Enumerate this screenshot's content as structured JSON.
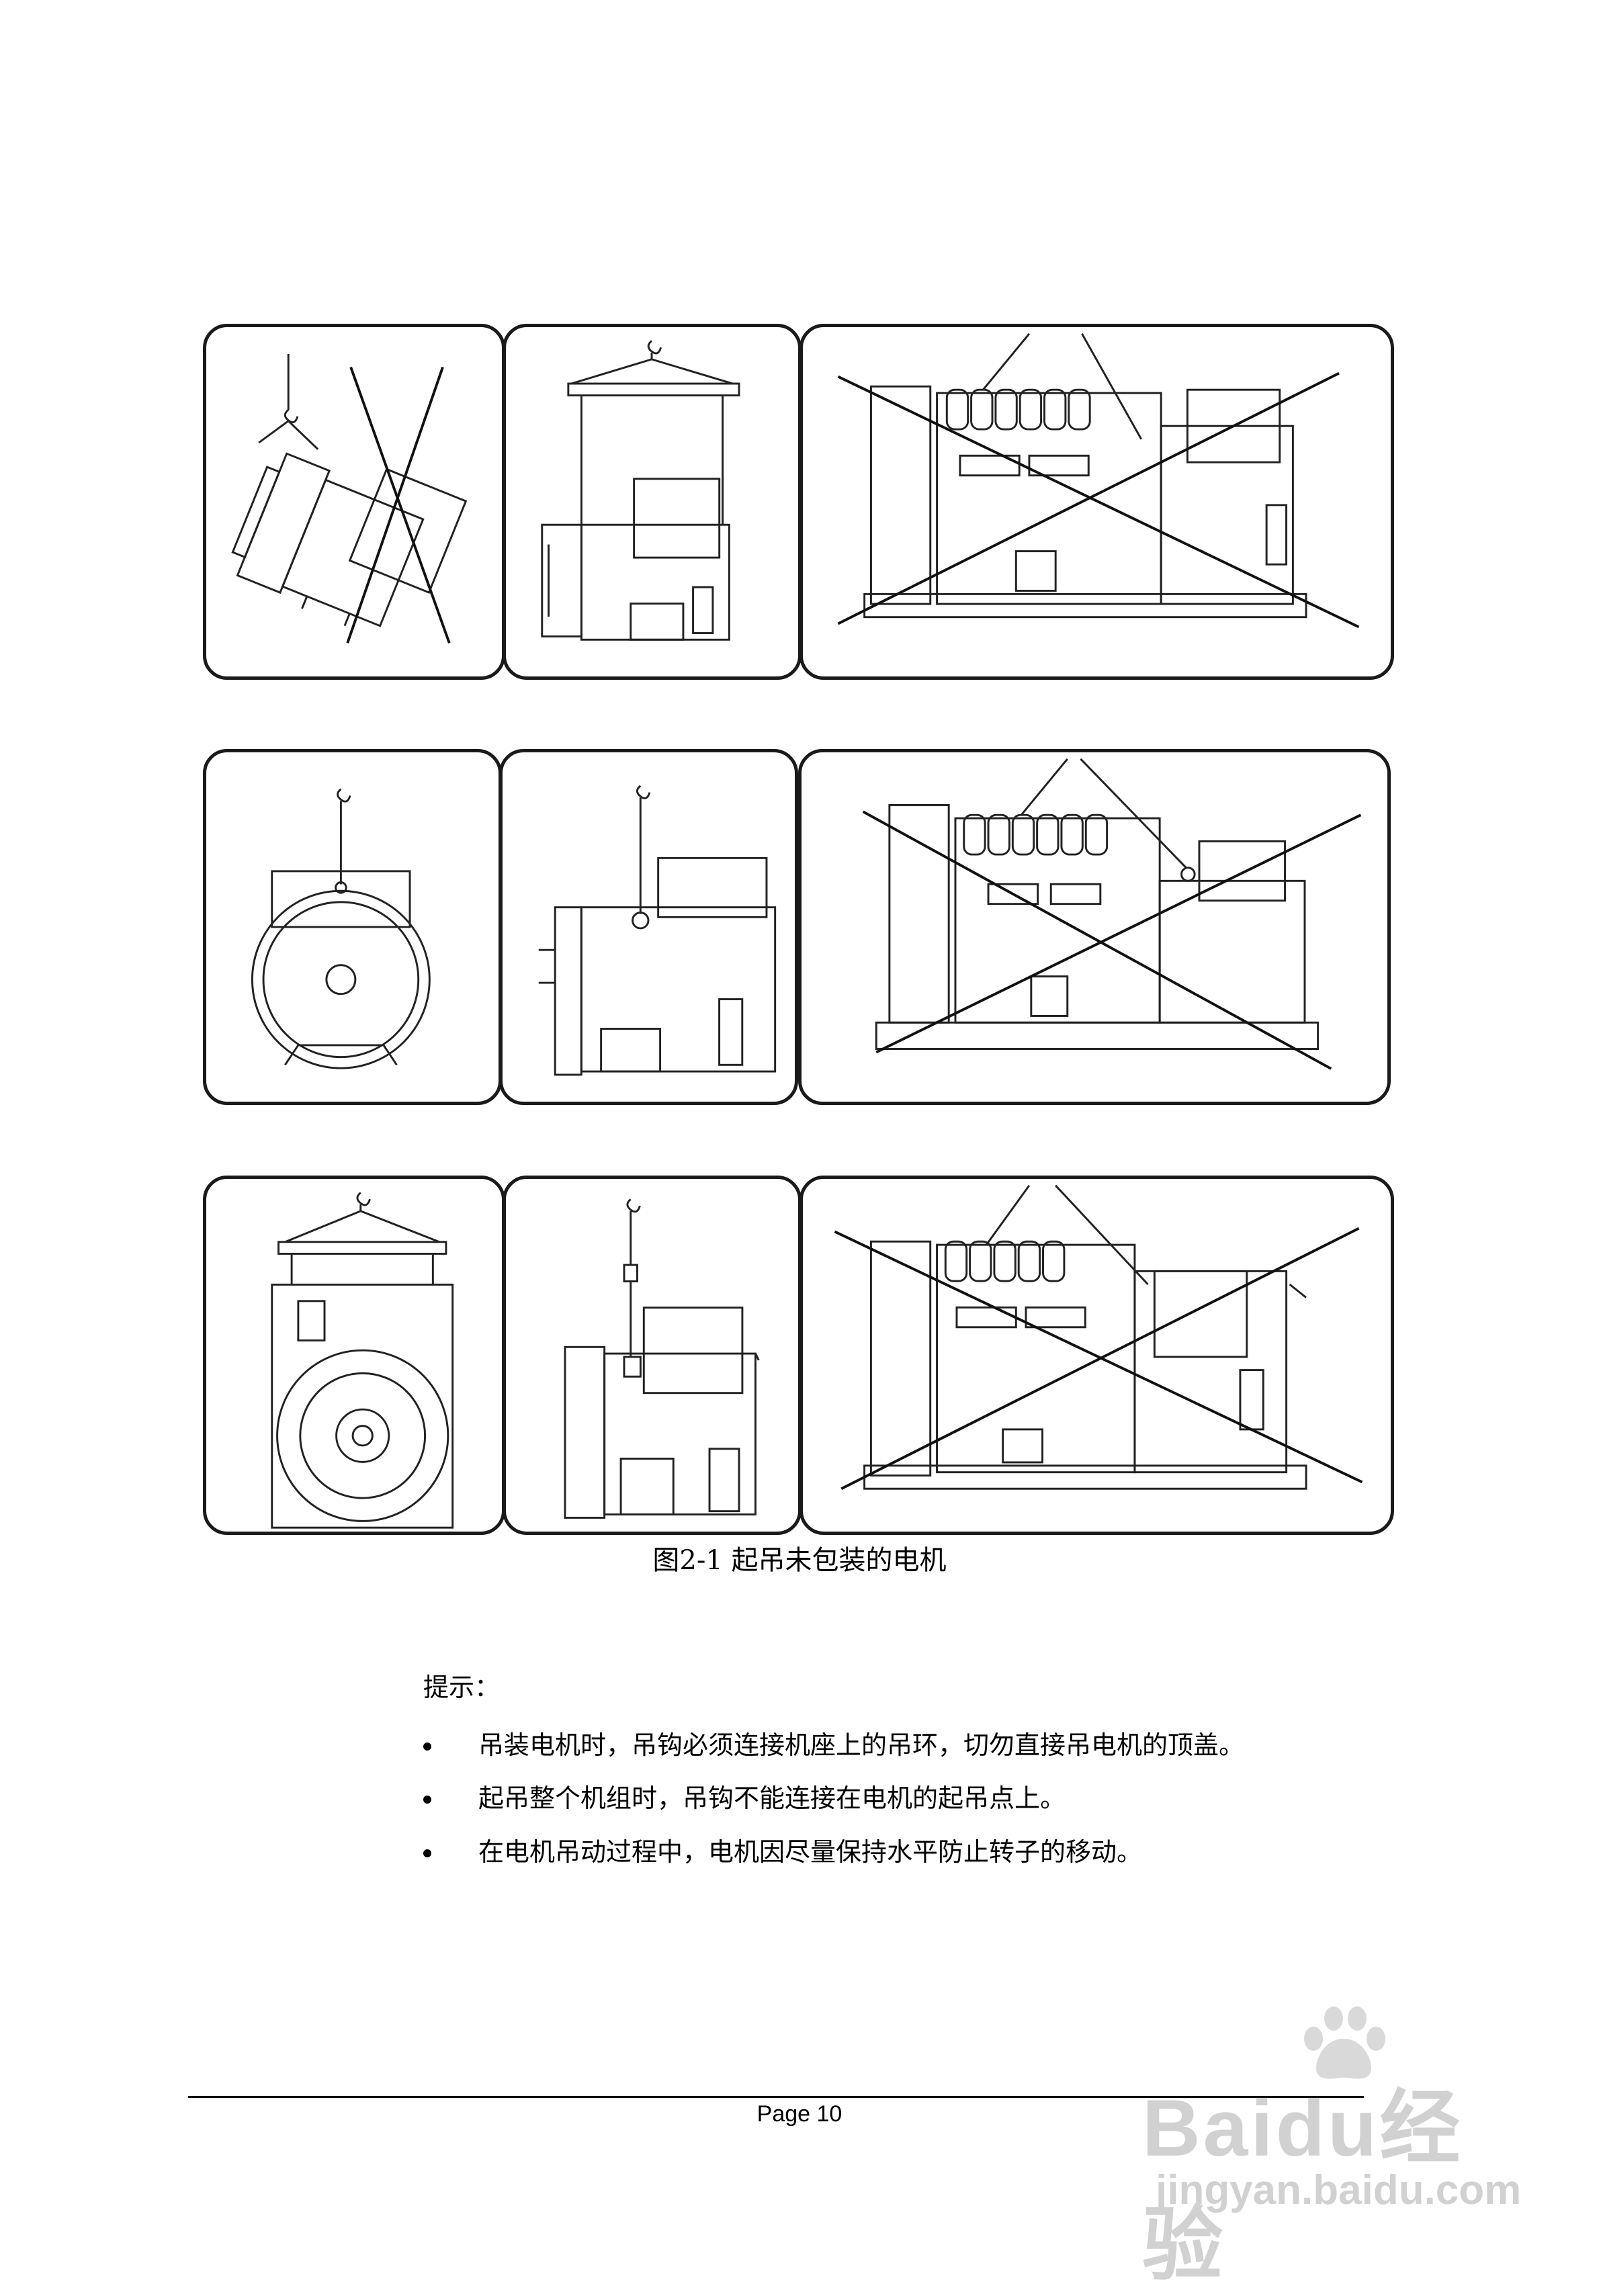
{
  "figure": {
    "caption": "图2-1 起吊未包装的电机",
    "rows": [
      {
        "panels": [
          {
            "name": "tilted-side-hang",
            "crossed": true
          },
          {
            "name": "spreader-beam-side",
            "crossed": false
          },
          {
            "name": "genset-lift-by-alternator",
            "crossed": true
          }
        ]
      },
      {
        "panels": [
          {
            "name": "front-view-eye",
            "crossed": false
          },
          {
            "name": "side-view-eye",
            "crossed": false
          },
          {
            "name": "genset-lift-by-eye",
            "crossed": true
          }
        ]
      },
      {
        "panels": [
          {
            "name": "front-spreader-beam",
            "crossed": false
          },
          {
            "name": "side-single-hook",
            "crossed": false
          },
          {
            "name": "genset-lift-by-top",
            "crossed": true
          }
        ]
      }
    ]
  },
  "tips": {
    "title": "提示：",
    "items": [
      "吊装电机时，吊钩必须连接机座上的吊环，切勿直接吊电机的顶盖。",
      "起吊整个机组时，吊钩不能连接在电机的起吊点上。",
      "在电机吊动过程中，电机因尽量保持水平防止转子的移动。"
    ]
  },
  "footer": {
    "page": "Page 10"
  },
  "watermark": {
    "brand": "Baidu经验",
    "url": "jingyan.baidu.com"
  }
}
